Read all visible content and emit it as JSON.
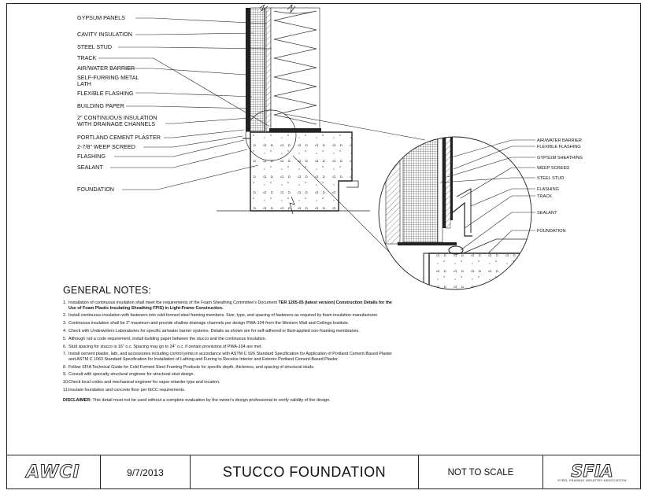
{
  "left_labels": [
    "GYPSUM PANELS",
    "CAVITY INSULATION",
    "STEEL STUD",
    "TRACK",
    "AIR/WATER BARRIER",
    "SELF-FURRING METAL",
    "LATH",
    "FLEXIBLE FLASHING",
    "BUILDING PAPER",
    "2\" CONTINUOUS INSULATION",
    "WITH DRAINAGE CHANNELS",
    "PORTLAND CEMENT PLASTER",
    "2-7/8\" WEEP SCREED",
    "FLASHING",
    "SEALANT",
    "FOUNDATION"
  ],
  "detail_labels": [
    "AIR/WATER BARRIER",
    "FLEXIBLE FLASHING",
    "GYPSUM SHEATHING",
    "WEEP SCREED",
    "STEEL STUD",
    "FLASHING",
    "TRACK",
    "SEALANT",
    "FOUNDATION"
  ],
  "notes_title": "GENERAL NOTES:",
  "notes": [
    {
      "num": "1.",
      "text": "Installation of continuous insulation shall meet the requirements of the Foam Sheathing Committee's Document",
      "bold": "TER 1205-05 (latest version) Construction Details for the Use of Foam Plastic Insulating Sheathing FPIS) in Light-Frame Construction."
    },
    {
      "num": "2.",
      "text": "Install continuous insulation with fasteners into cold-formed steel framing members. Size, type, and spacing of fasteners as required by foam insulation manufacturer.",
      "bold": ""
    },
    {
      "num": "3.",
      "text": "Continuous insulation shall be 2\" maximum and provide shallow drainage channels per design PWA-104 from the Western Wall and Ceilings Institute.",
      "bold": ""
    },
    {
      "num": "4.",
      "text": "Check with Underwriters Laboratories for specific air/water barrier systems. Details as shown are for self-adhered or fluid-applied non-foaming membranes.",
      "bold": ""
    },
    {
      "num": "5.",
      "text": "Although not a code requirement, install building paper between the stucco and the continuous insulation.",
      "bold": ""
    },
    {
      "num": "6.",
      "text": "Stud spacing for stucco is 16\" o.c. Spacing may go to 24\" o.c. if certain provisions of PWA-104 are met.",
      "bold": ""
    },
    {
      "num": "7.",
      "text": "Install cement plaster, lath, and accessories including control joints in accordance with ASTM C 926 Standard Specification for Application of Portland Cement-Based Plaster and ASTM C 1063 Standard Specification for Installation of Lathing and Furring to Receive Interior and Exterior Portland Cement-Based Plaster.",
      "bold": ""
    },
    {
      "num": "8.",
      "text": "Follow SFIA Technical Guide for Cold-Formed Steel Framing Products for specific depth, thickness, and spacing of structural studs.",
      "bold": ""
    },
    {
      "num": "9.",
      "text": "Consult with specialty structural engineer for structural stud design.",
      "bold": ""
    },
    {
      "num": "10.",
      "text": "Check local codes and mechanical engineer for vapor retarder type and location.",
      "bold": ""
    },
    {
      "num": "11.",
      "text": "Insulate foundation and concrete floor per IECC requirements.",
      "bold": ""
    }
  ],
  "disclaimer_label": "DISCLAIMER:",
  "disclaimer_text": "This detail must not be used without a complete evaluation by the owner's design professional to verify validity of the design.",
  "title_block": {
    "logo_left": "AWCI",
    "date": "9/7/2013",
    "title": "STUCCO FOUNDATION",
    "scale": "NOT TO SCALE",
    "logo_right": "SFIA",
    "logo_right_sub": "STEEL FRAMING INDUSTRY ASSOCIATION"
  }
}
